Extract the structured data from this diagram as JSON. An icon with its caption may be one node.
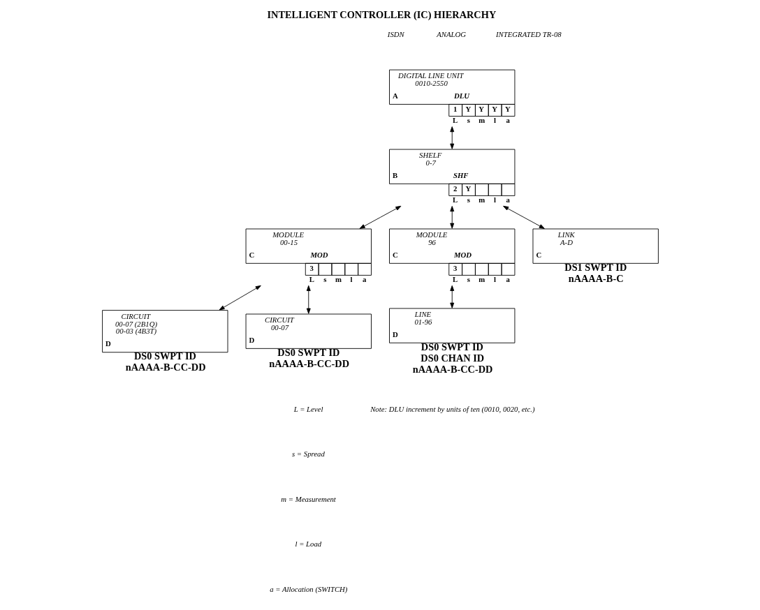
{
  "diagram": {
    "title": "INTELLIGENT CONTROLLER (IC) HIERARCHY",
    "nodes": [
      {
        "text": [
          "DIGITAL LINE UNIT",
          "0010-2550",
          "A",
          "DLU"
        ],
        "beside": [
          "1",
          "Y",
          "Y",
          "Y",
          "Y",
          "L",
          "s",
          "m",
          "l",
          "a"
        ]
      },
      {
        "text": [
          "SHELF",
          "0-7",
          "B",
          "SHF"
        ],
        "beside": [
          "2",
          "Y",
          "L",
          "s",
          "m",
          "l",
          "a"
        ]
      },
      {
        "text": [
          "MODULE",
          "00-15",
          "C",
          "MOD"
        ],
        "beside": [
          "3",
          "L",
          "s",
          "m",
          "l",
          "a"
        ]
      },
      {
        "text": [
          "MODULE",
          "96",
          "C",
          "MOD"
        ],
        "beside": [
          "3",
          "L",
          "s",
          "m",
          "l",
          "a"
        ]
      },
      {
        "text": [
          "LINK",
          "A-D",
          "C"
        ],
        "beside": [
          "DS1 SWPT ID",
          "nAAAA-B-C"
        ]
      },
      {
        "text": [
          "CIRCUIT",
          "00-07 (2B1Q)",
          "00-03 (4B3T)",
          "D"
        ],
        "beside": [
          "DS0 SWPT ID",
          "nAAAA-B-CC-DD"
        ]
      },
      {
        "text": [
          "CIRCUIT",
          "00-07",
          "D"
        ],
        "beside": [
          "DS0 SWPT ID",
          "nAAAA-B-CC-DD"
        ]
      },
      {
        "text": [
          "LINE",
          "01-96",
          "D"
        ],
        "beside": [
          "DS0 SWPT ID",
          "DS0 CHAN ID",
          "nAAAA-B-CC-DD"
        ]
      }
    ],
    "edges": [
      {
        "from": 0,
        "to": 1,
        "arrow": "both"
      },
      {
        "from": 1,
        "to": 2,
        "arrow": "both"
      },
      {
        "from": 1,
        "to": 3,
        "arrow": "both"
      },
      {
        "from": 1,
        "to": 4,
        "arrow": "both"
      },
      {
        "from": 2,
        "to": 5,
        "arrow": "both"
      },
      {
        "from": 2,
        "to": 6,
        "arrow": "both"
      },
      {
        "from": 3,
        "to": 7,
        "arrow": "both"
      }
    ],
    "labels": [
      "ISDN",
      "ANALOG",
      "INTEGRATED TR-08",
      "L = Level",
      "s = Spread",
      "m = Measurement",
      "l = Load",
      "a = Allocation (SWITCH)",
      "Note: DLU increment by units of ten (0010, 0020, etc.)"
    ]
  }
}
